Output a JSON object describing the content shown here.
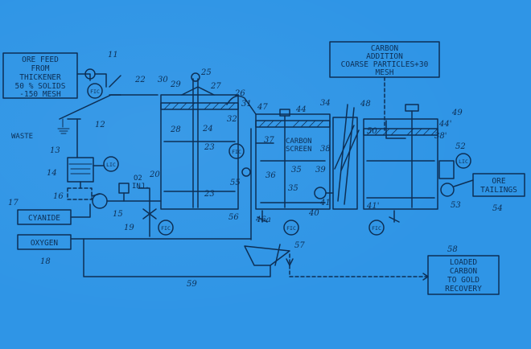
{
  "boxes": {
    "ore_feed": [
      "ORE FEED",
      "FROM",
      "THICKENER",
      "50 % SOLIDS",
      "-150 MESH"
    ],
    "carbon_addition": [
      "CARBON",
      "ADDITION",
      "COARSE PARTICLES+30",
      "MESH"
    ],
    "cyanide": "CYANIDE",
    "oxygen": "OXYGEN",
    "ore_tailings": [
      "ORE",
      "TAILINGS"
    ],
    "loaded_carbon": [
      "LOADED",
      "CARBON",
      "TO GOLD",
      "RECOVERY"
    ]
  },
  "labels": {
    "waste": "WASTE",
    "carbon_screen": [
      "CARBON",
      "SCREEN"
    ],
    "o2_inj": [
      "O2",
      "INJ."
    ]
  },
  "controllers": {
    "fic": "FIC",
    "lic": "LIC"
  },
  "refs": {
    "r11": "11",
    "r12": "12",
    "r13": "13",
    "r14": "14",
    "r15": "15",
    "r16": "16",
    "r17": "17",
    "r18": "18",
    "r19": "19",
    "r20": "20",
    "r22": "22",
    "r23a": "23",
    "r23b": "23",
    "r24": "24",
    "r25": "25",
    "r26": "26",
    "r27": "27",
    "r28": "28",
    "r29": "29",
    "r30": "30",
    "r31": "31",
    "r32": "32",
    "r34": "34",
    "r35a": "35",
    "r35b": "35",
    "r36": "36",
    "r37": "37",
    "r38": "38",
    "r38p": "38'",
    "r39": "39",
    "r40": "40",
    "r41": "41",
    "r41p": "41'",
    "r44": "44",
    "r44p": "44'",
    "r46a": "46a",
    "r47": "47",
    "r48": "48",
    "r49": "49",
    "r50": "50",
    "r52": "52",
    "r53": "53",
    "r54": "54",
    "r55": "55",
    "r56": "56",
    "r57": "57",
    "r58": "58",
    "r59": "59"
  }
}
